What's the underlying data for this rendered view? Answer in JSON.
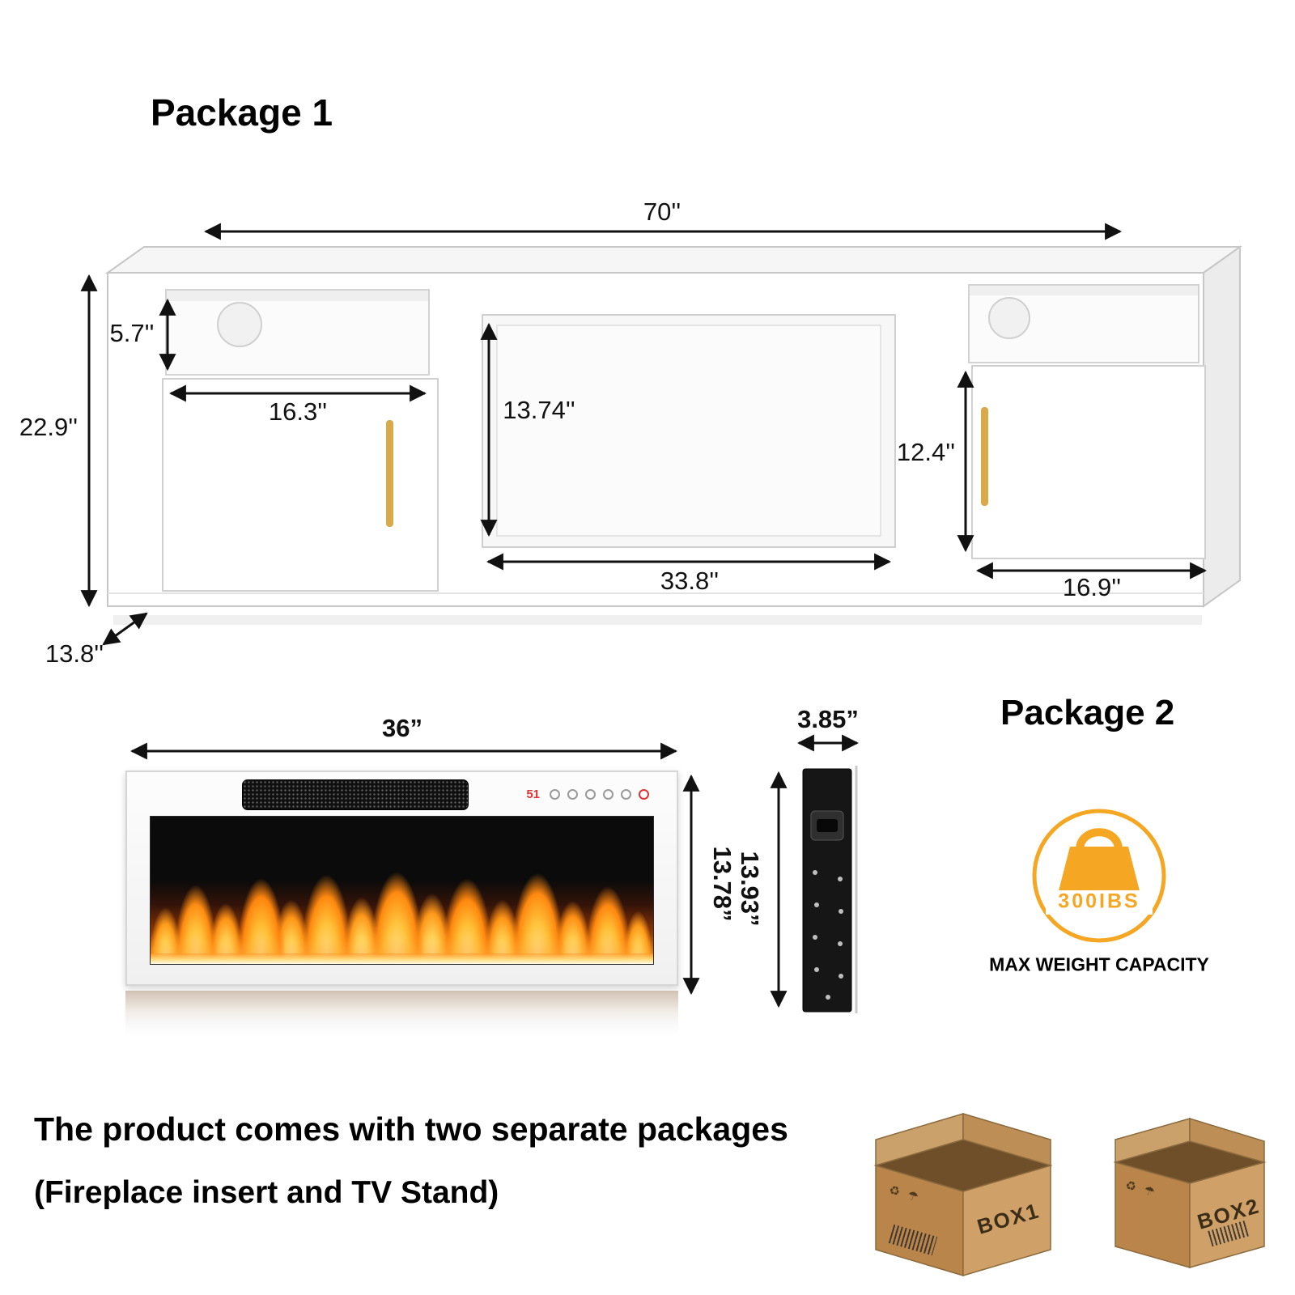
{
  "package1": {
    "title": "Package 1",
    "dimensions": {
      "top_width": "70''",
      "left_height": "22.9''",
      "depth": "13.8''",
      "shelf_height": "5.7''",
      "shelf_width": "16.3''",
      "opening_height": "13.74''",
      "opening_width": "33.8''",
      "right_door_height": "12.4''",
      "right_door_width": "16.9''"
    }
  },
  "package2": {
    "title": "Package 2",
    "fireplace_front": {
      "width": "36”",
      "height": "13.78”",
      "display_value": "51"
    },
    "fireplace_side": {
      "depth": "3.85”",
      "height": "13.93”"
    },
    "weight_capacity": {
      "value": "300IBS",
      "caption": "MAX WEIGHT CAPACITY"
    }
  },
  "footer": {
    "line1": "The product comes with two separate packages",
    "line2": "(Fireplace insert and TV Stand)"
  },
  "boxes": {
    "box1_label": "BOX1",
    "box2_label": "BOX2",
    "marks": "♻ ☂"
  },
  "colors": {
    "handle_gold": "#D9A94A",
    "weight_orange": "#F5A623",
    "flame_orange": "#FF9B1A",
    "carton_tan": "#CFA168"
  }
}
